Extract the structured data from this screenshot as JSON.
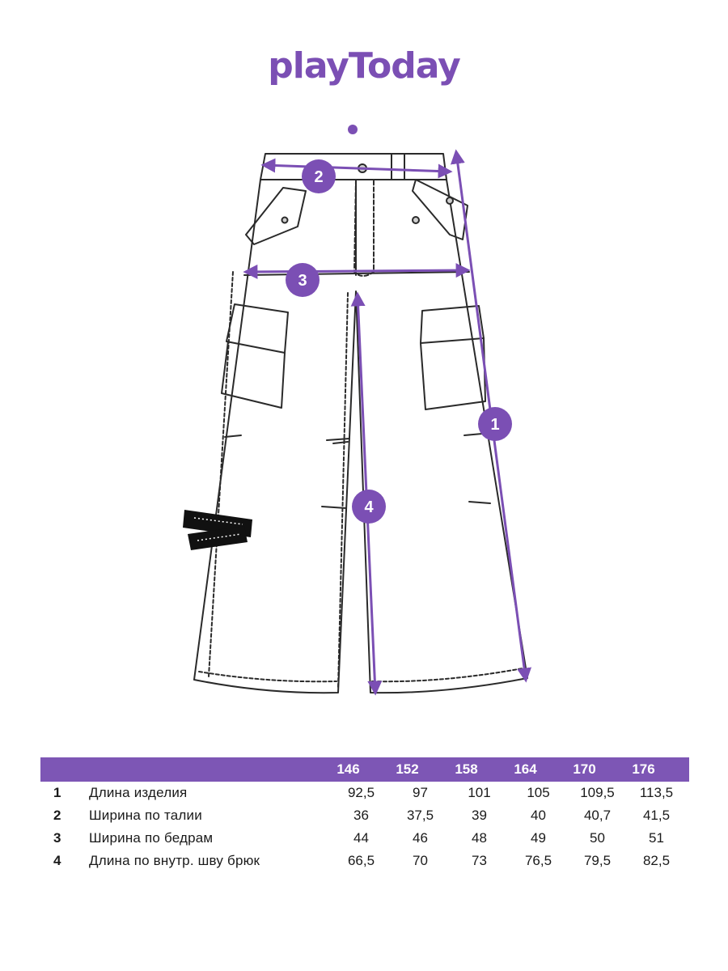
{
  "brand": {
    "logo_text": "playToday",
    "color": "#7b4fb4"
  },
  "diagram": {
    "line_color": "#2a2a2a",
    "measure_color": "#7b4fb4",
    "markers": [
      {
        "label": "1"
      },
      {
        "label": "2"
      },
      {
        "label": "3"
      },
      {
        "label": "4"
      }
    ]
  },
  "size_table": {
    "header_color": "#7d56b5",
    "sizes": [
      "146",
      "152",
      "158",
      "164",
      "170",
      "176"
    ],
    "rows": [
      {
        "num": "1",
        "name": "Длина изделия",
        "values": [
          "92,5",
          "97",
          "101",
          "105",
          "109,5",
          "113,5"
        ]
      },
      {
        "num": "2",
        "name": "Ширина по талии",
        "values": [
          "36",
          "37,5",
          "39",
          "40",
          "40,7",
          "41,5"
        ]
      },
      {
        "num": "3",
        "name": "Ширина по бедрам",
        "values": [
          "44",
          "46",
          "48",
          "49",
          "50",
          "51"
        ]
      },
      {
        "num": "4",
        "name": "Длина по внутр. шву брюк",
        "values": [
          "66,5",
          "70",
          "73",
          "76,5",
          "79,5",
          "82,5"
        ]
      }
    ]
  }
}
